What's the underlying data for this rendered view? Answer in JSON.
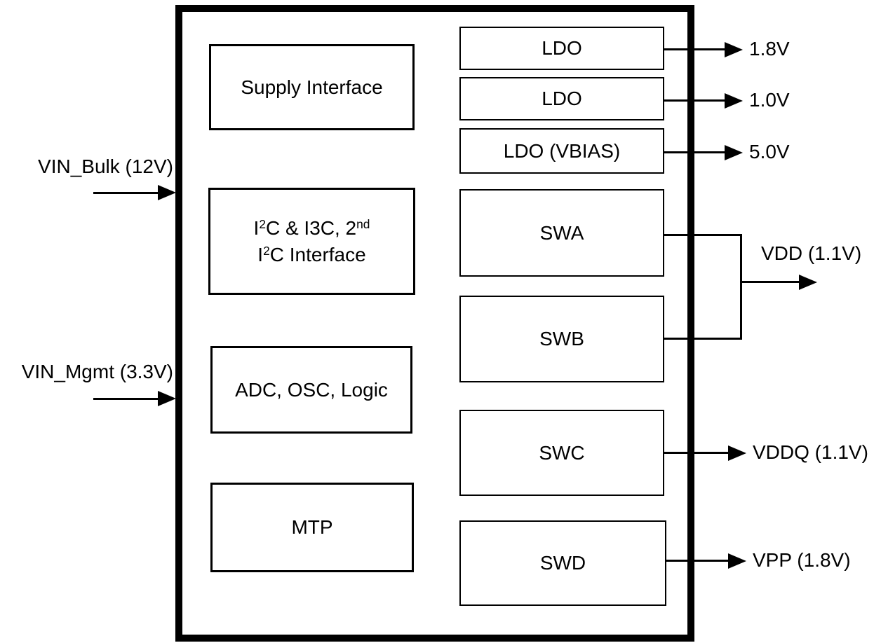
{
  "diagram_type": "block-diagram",
  "colors": {
    "line": "#000000",
    "text": "#000000",
    "background": "#ffffff"
  },
  "inputs": [
    {
      "label": "VIN_Bulk (12V)"
    },
    {
      "label": "VIN_Mgmt (3.3V)"
    }
  ],
  "left_blocks": [
    {
      "label": "Supply Interface"
    },
    {
      "label": "I2C & I3C, 2nd I2C Interface",
      "label_rich": [
        {
          "t": "I"
        },
        {
          "t": "2",
          "sup": true
        },
        {
          "t": "C & I3C, 2"
        },
        {
          "t": "nd",
          "sup": true
        },
        {
          "br": true
        },
        {
          "t": "I"
        },
        {
          "t": "2",
          "sup": true
        },
        {
          "t": "C Interface"
        }
      ]
    },
    {
      "label": "ADC, OSC, Logic"
    },
    {
      "label": "MTP"
    }
  ],
  "right_blocks": [
    {
      "label": "LDO"
    },
    {
      "label": "LDO"
    },
    {
      "label": "LDO (VBIAS)"
    },
    {
      "label": "SWA"
    },
    {
      "label": "SWB"
    },
    {
      "label": "SWC"
    },
    {
      "label": "SWD"
    }
  ],
  "outputs": [
    {
      "label": "1.8V"
    },
    {
      "label": "1.0V"
    },
    {
      "label": "5.0V"
    },
    {
      "label": "VDD (1.1V)"
    },
    {
      "label": "VDDQ (1.1V)"
    },
    {
      "label": "VPP (1.8V)"
    }
  ]
}
